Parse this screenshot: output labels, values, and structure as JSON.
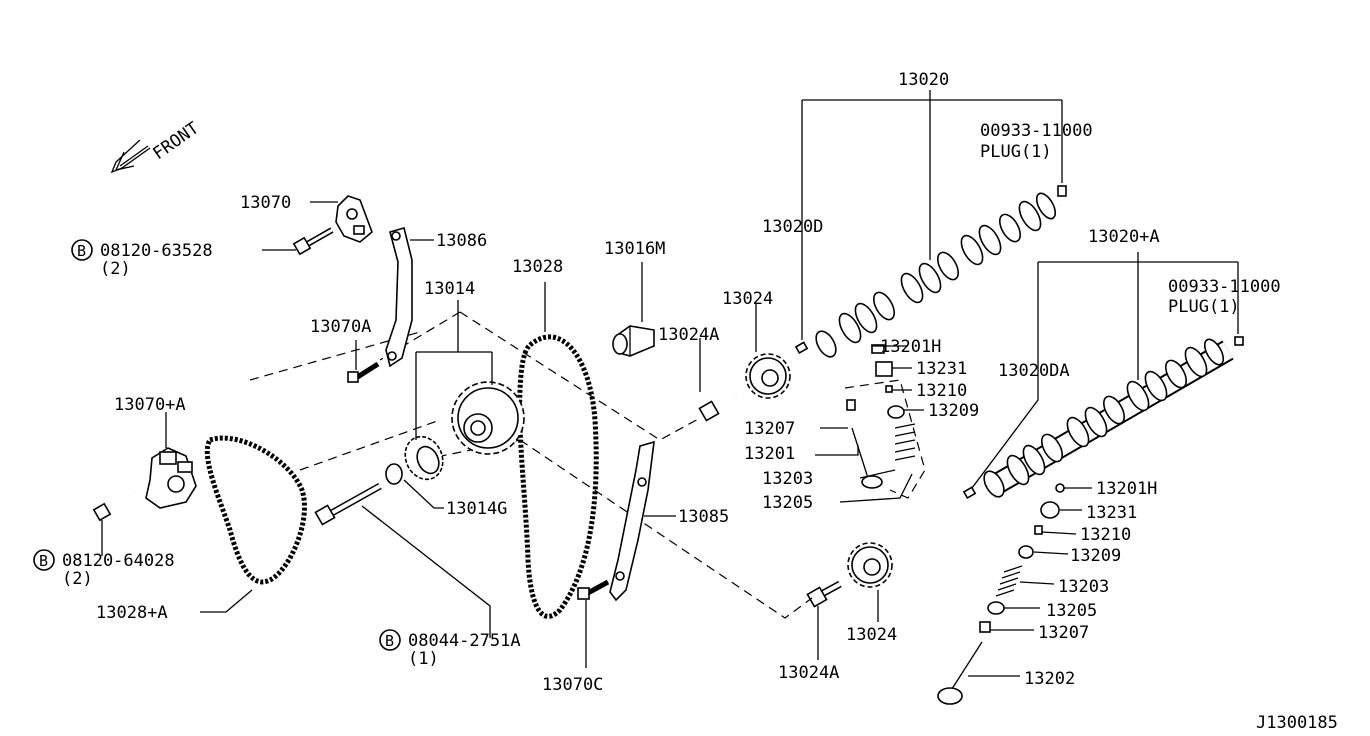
{
  "labels": {
    "front": "FRONT",
    "l13020": "13020",
    "l00933_a": "00933-11000",
    "plug_a": "PLUG(1)",
    "l13020D": "13020D",
    "l13020A": "13020+A",
    "l00933_b": "00933-11000",
    "plug_b": "PLUG(1)",
    "l13016M": "13016M",
    "l13024_top": "13024",
    "l13024A_top": "13024A",
    "l13201H_a": "13201H",
    "l13231_a": "13231",
    "l13210_a": "13210",
    "l13209_a": "13209",
    "l13207_a": "13207",
    "l13201": "13201",
    "l13203_a": "13203",
    "l13205_a": "13205",
    "l13020DA": "13020DA",
    "l13201H_b": "13201H",
    "l13231_b": "13231",
    "l13210_b": "13210",
    "l13209_b": "13209",
    "l13203_b": "13203",
    "l13205_b": "13205",
    "l13207_b": "13207",
    "l13202": "13202",
    "l13070": "13070",
    "l13086": "13086",
    "bolt1_code": "08120-63528",
    "bolt1_qty": "(2)",
    "l13028": "13028",
    "l13014": "13014",
    "l13070A": "13070A",
    "l13070pA": "13070+A",
    "l13014G": "13014G",
    "l13085": "13085",
    "bolt2_code": "08120-64028",
    "bolt2_qty": "(2)",
    "l13028A": "13028+A",
    "bolt3_code": "08044-2751A",
    "bolt3_qty": "(1)",
    "l13070C": "13070C",
    "l13024_bot": "13024",
    "l13024A_bot": "13024A",
    "diagram_id": "J1300185",
    "bolt_mark": "B"
  },
  "icons": {
    "front_arrow": "front-direction-arrow-icon",
    "bolt_mark": "circled-b-bolt-icon"
  }
}
